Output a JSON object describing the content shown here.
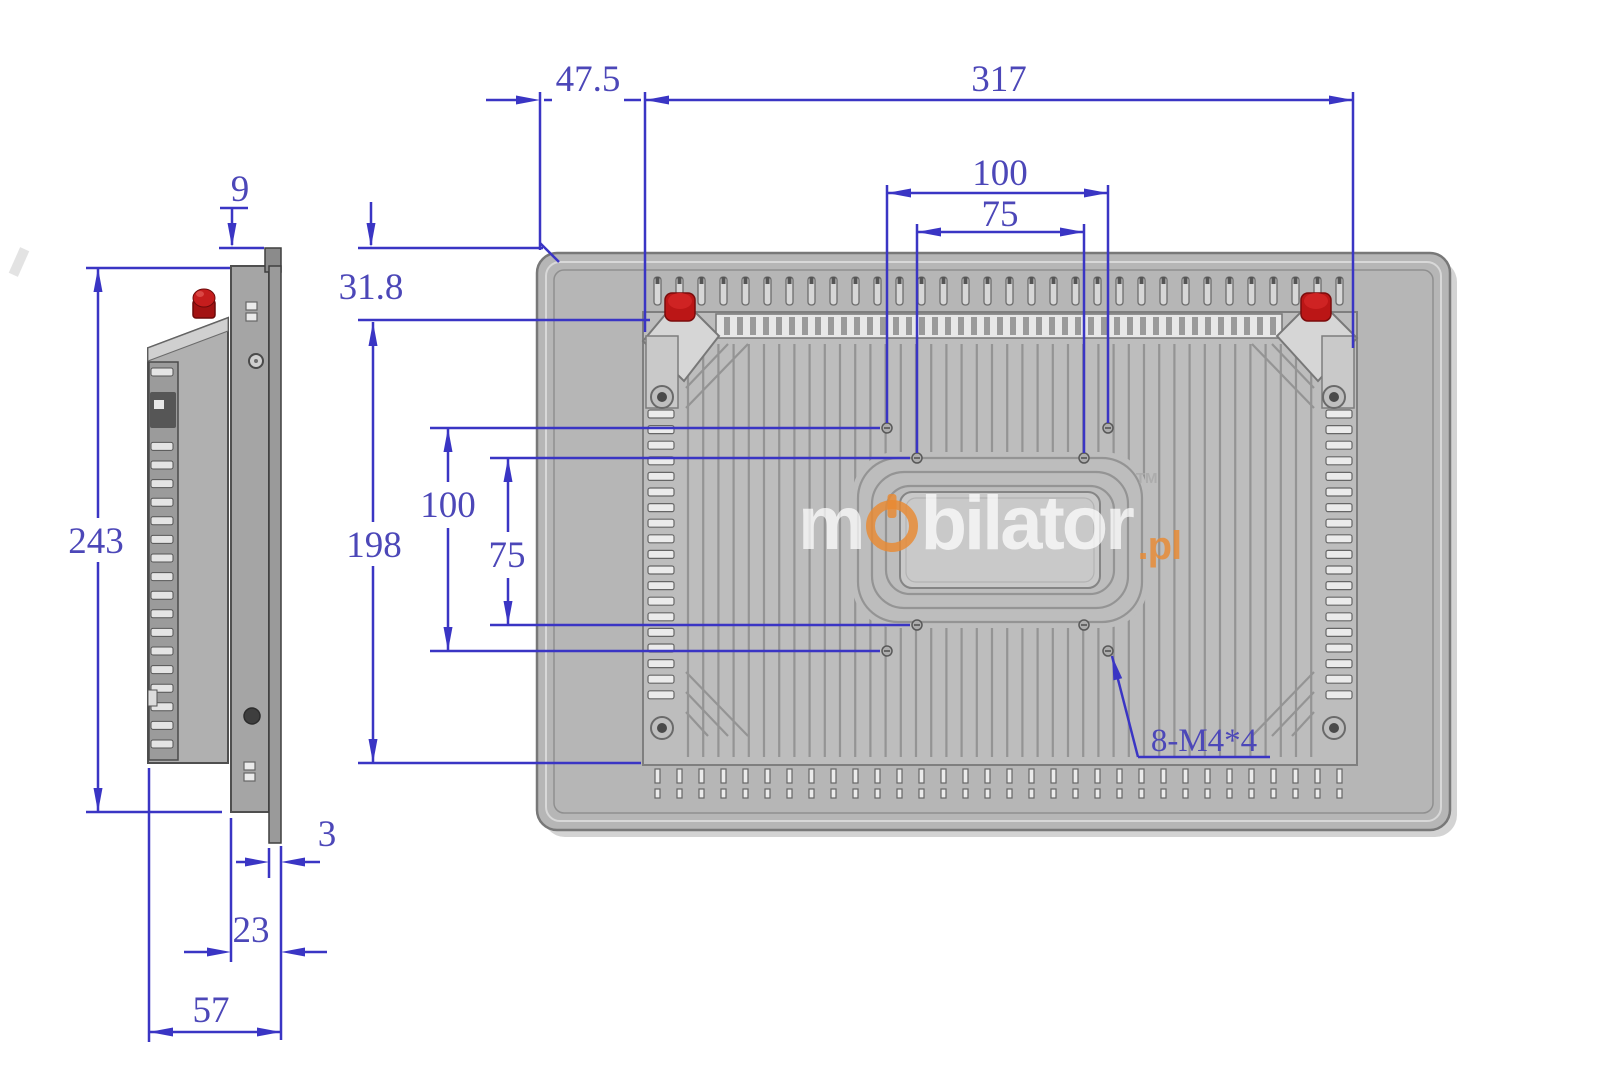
{
  "document": {
    "kind": "technical-dimension-drawing",
    "subject": "industrial panel PC – side profile and rear view"
  },
  "dimensions": {
    "front_offset": "47.5",
    "mount_width": "317",
    "vesa_width_100": "100",
    "vesa_width_75": "75",
    "bezel_cap": "9",
    "top_inset": "31.8",
    "bezel_height": "243",
    "mount_height": "198",
    "vesa_height_100": "100",
    "vesa_height_75": "75",
    "bezel_lip": "3",
    "rear_depth": "23",
    "total_depth": "57"
  },
  "annotation": {
    "screw_spec": "8-M4*4"
  },
  "watermark": {
    "prefix": "m",
    "suffix": "bilator",
    "tm": "TM",
    "tld": ".pl"
  },
  "colors": {
    "dimension_line": "#3a35c4",
    "dimension_text": "#4c47b8",
    "connector_red": "#bb1616",
    "frame_gray": "#b6b6b6",
    "plate_gray": "#bdbdbd",
    "channel_gray": "#949494",
    "watermark_text": "rgba(255,255,255,0.72)",
    "watermark_accent": "rgba(233,138,50,0.82)",
    "background": "#ffffff"
  }
}
